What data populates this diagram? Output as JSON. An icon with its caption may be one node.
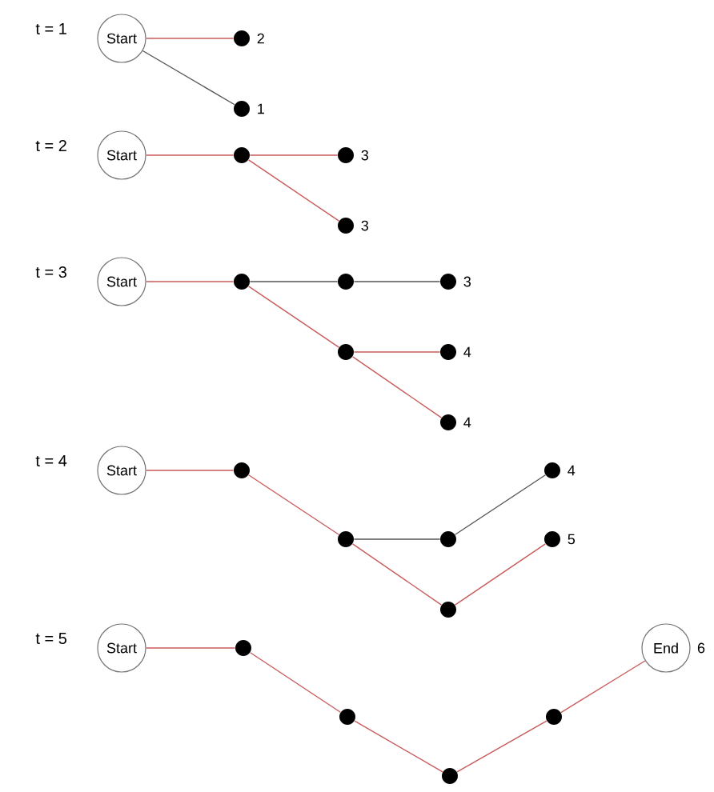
{
  "diagram": {
    "nodes": [
      {
        "text": [
          "Start"
        ]
      },
      {
        "text": [],
        "shape": "circle",
        "beside": [
          "2"
        ]
      },
      {
        "text": [],
        "shape": "circle",
        "beside": [
          "1"
        ]
      },
      {
        "text": [
          "Start"
        ]
      },
      {
        "text": [],
        "shape": "circle"
      },
      {
        "text": [],
        "shape": "circle",
        "beside": [
          "3"
        ]
      },
      {
        "text": [],
        "shape": "circle",
        "beside": [
          "3"
        ]
      },
      {
        "text": [
          "Start"
        ]
      },
      {
        "text": [],
        "shape": "circle"
      },
      {
        "text": [],
        "shape": "circle"
      },
      {
        "text": [],
        "shape": "circle",
        "beside": [
          "3"
        ]
      },
      {
        "text": [],
        "shape": "circle"
      },
      {
        "text": [],
        "shape": "circle",
        "beside": [
          "4"
        ]
      },
      {
        "text": [],
        "shape": "circle",
        "beside": [
          "4"
        ]
      },
      {
        "text": [
          "Start"
        ]
      },
      {
        "text": [],
        "shape": "circle"
      },
      {
        "text": [],
        "shape": "circle"
      },
      {
        "text": [],
        "shape": "circle"
      },
      {
        "text": [],
        "shape": "circle",
        "beside": [
          "4"
        ]
      },
      {
        "text": [],
        "shape": "circle",
        "beside": [
          "5"
        ]
      },
      {
        "text": [],
        "shape": "circle"
      },
      {
        "text": [
          "Start"
        ]
      },
      {
        "text": [],
        "shape": "circle"
      },
      {
        "text": [],
        "shape": "circle"
      },
      {
        "text": [],
        "shape": "circle"
      },
      {
        "text": [],
        "shape": "circle"
      },
      {
        "text": [
          "End"
        ],
        "beside": [
          "6"
        ]
      }
    ],
    "edges": [
      {
        "from": 0,
        "to": 1,
        "arrow": "none"
      },
      {
        "from": 0,
        "to": 2,
        "arrow": "none",
        "color": "#555555"
      },
      {
        "from": 3,
        "to": 4,
        "arrow": "none"
      },
      {
        "from": 4,
        "to": 5,
        "arrow": "none"
      },
      {
        "from": 4,
        "to": 6,
        "arrow": "none"
      },
      {
        "from": 7,
        "to": 8,
        "arrow": "none"
      },
      {
        "from": 8,
        "to": 9,
        "arrow": "none",
        "color": "#555555"
      },
      {
        "from": 9,
        "to": 10,
        "arrow": "none",
        "color": "#555555"
      },
      {
        "from": 8,
        "to": 11,
        "arrow": "none"
      },
      {
        "from": 11,
        "to": 12,
        "arrow": "none"
      },
      {
        "from": 11,
        "to": 13,
        "arrow": "none"
      },
      {
        "from": 14,
        "to": 15,
        "arrow": "none"
      },
      {
        "from": 15,
        "to": 16,
        "arrow": "none"
      },
      {
        "from": 16,
        "to": 17,
        "arrow": "none",
        "color": "#555555"
      },
      {
        "from": 17,
        "to": 18,
        "arrow": "none",
        "color": "#555555"
      },
      {
        "from": 16,
        "to": 20,
        "arrow": "none"
      },
      {
        "from": 20,
        "to": 19,
        "arrow": "none"
      },
      {
        "from": 21,
        "to": 22,
        "arrow": "none"
      },
      {
        "from": 22,
        "to": 23,
        "arrow": "none"
      },
      {
        "from": 23,
        "to": 24,
        "arrow": "none"
      },
      {
        "from": 24,
        "to": 25,
        "arrow": "none"
      },
      {
        "from": 25,
        "to": 26,
        "arrow": "none"
      }
    ],
    "labels": [
      "t = 1",
      "t = 2",
      "t = 3",
      "t = 4",
      "t = 5"
    ]
  }
}
